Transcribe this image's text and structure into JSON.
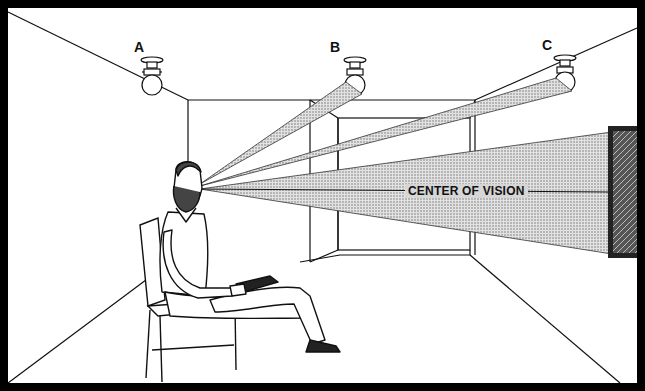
{
  "diagram": {
    "labels": [
      "A",
      "B",
      "C",
      "CENTER OF VISION"
    ]
  }
}
